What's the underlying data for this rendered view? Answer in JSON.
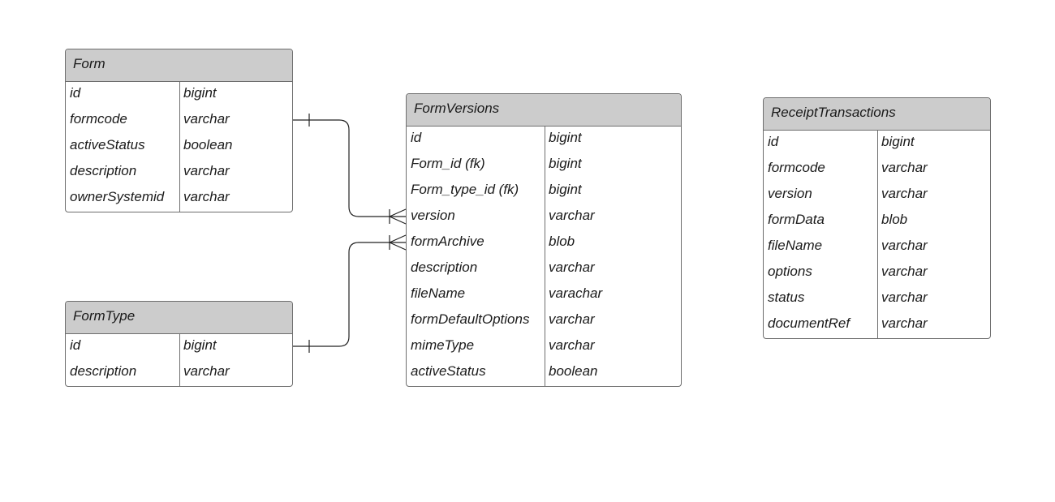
{
  "entities": {
    "form": {
      "title": "Form",
      "rows": [
        {
          "name": "id",
          "type": "bigint"
        },
        {
          "name": "formcode",
          "type": "varchar"
        },
        {
          "name": "activeStatus",
          "type": "boolean"
        },
        {
          "name": "description",
          "type": "varchar"
        },
        {
          "name": "ownerSystemid",
          "type": "varchar"
        }
      ]
    },
    "formtype": {
      "title": "FormType",
      "rows": [
        {
          "name": "id",
          "type": "bigint"
        },
        {
          "name": "description",
          "type": "varchar"
        }
      ]
    },
    "formversions": {
      "title": "FormVersions",
      "rows": [
        {
          "name": "id",
          "type": "bigint"
        },
        {
          "name": "Form_id (fk)",
          "type": "bigint"
        },
        {
          "name": "Form_type_id (fk)",
          "type": "bigint"
        },
        {
          "name": "version",
          "type": "varchar"
        },
        {
          "name": "formArchive",
          "type": "blob"
        },
        {
          "name": "description",
          "type": "varchar"
        },
        {
          "name": "fileName",
          "type": "varachar"
        },
        {
          "name": "formDefaultOptions",
          "type": "varchar"
        },
        {
          "name": "mimeType",
          "type": "varchar"
        },
        {
          "name": "activeStatus",
          "type": "boolean"
        }
      ]
    },
    "receipttransactions": {
      "title": "ReceiptTransactions",
      "rows": [
        {
          "name": "id",
          "type": "bigint"
        },
        {
          "name": "formcode",
          "type": "varchar"
        },
        {
          "name": "version",
          "type": "varchar"
        },
        {
          "name": "formData",
          "type": "blob"
        },
        {
          "name": "fileName",
          "type": "varchar"
        },
        {
          "name": "options",
          "type": "varchar"
        },
        {
          "name": "status",
          "type": "varchar"
        },
        {
          "name": "documentRef",
          "type": "varchar"
        }
      ]
    }
  },
  "relationships": [
    {
      "from": "form",
      "to": "formversions",
      "from_cardinality": "one",
      "to_cardinality": "many"
    },
    {
      "from": "formtype",
      "to": "formversions",
      "from_cardinality": "one",
      "to_cardinality": "many"
    }
  ],
  "colors": {
    "header_fill": "#cccccc",
    "border": "#6e6e6e",
    "text": "#1a1a1a",
    "connector": "#222222"
  }
}
